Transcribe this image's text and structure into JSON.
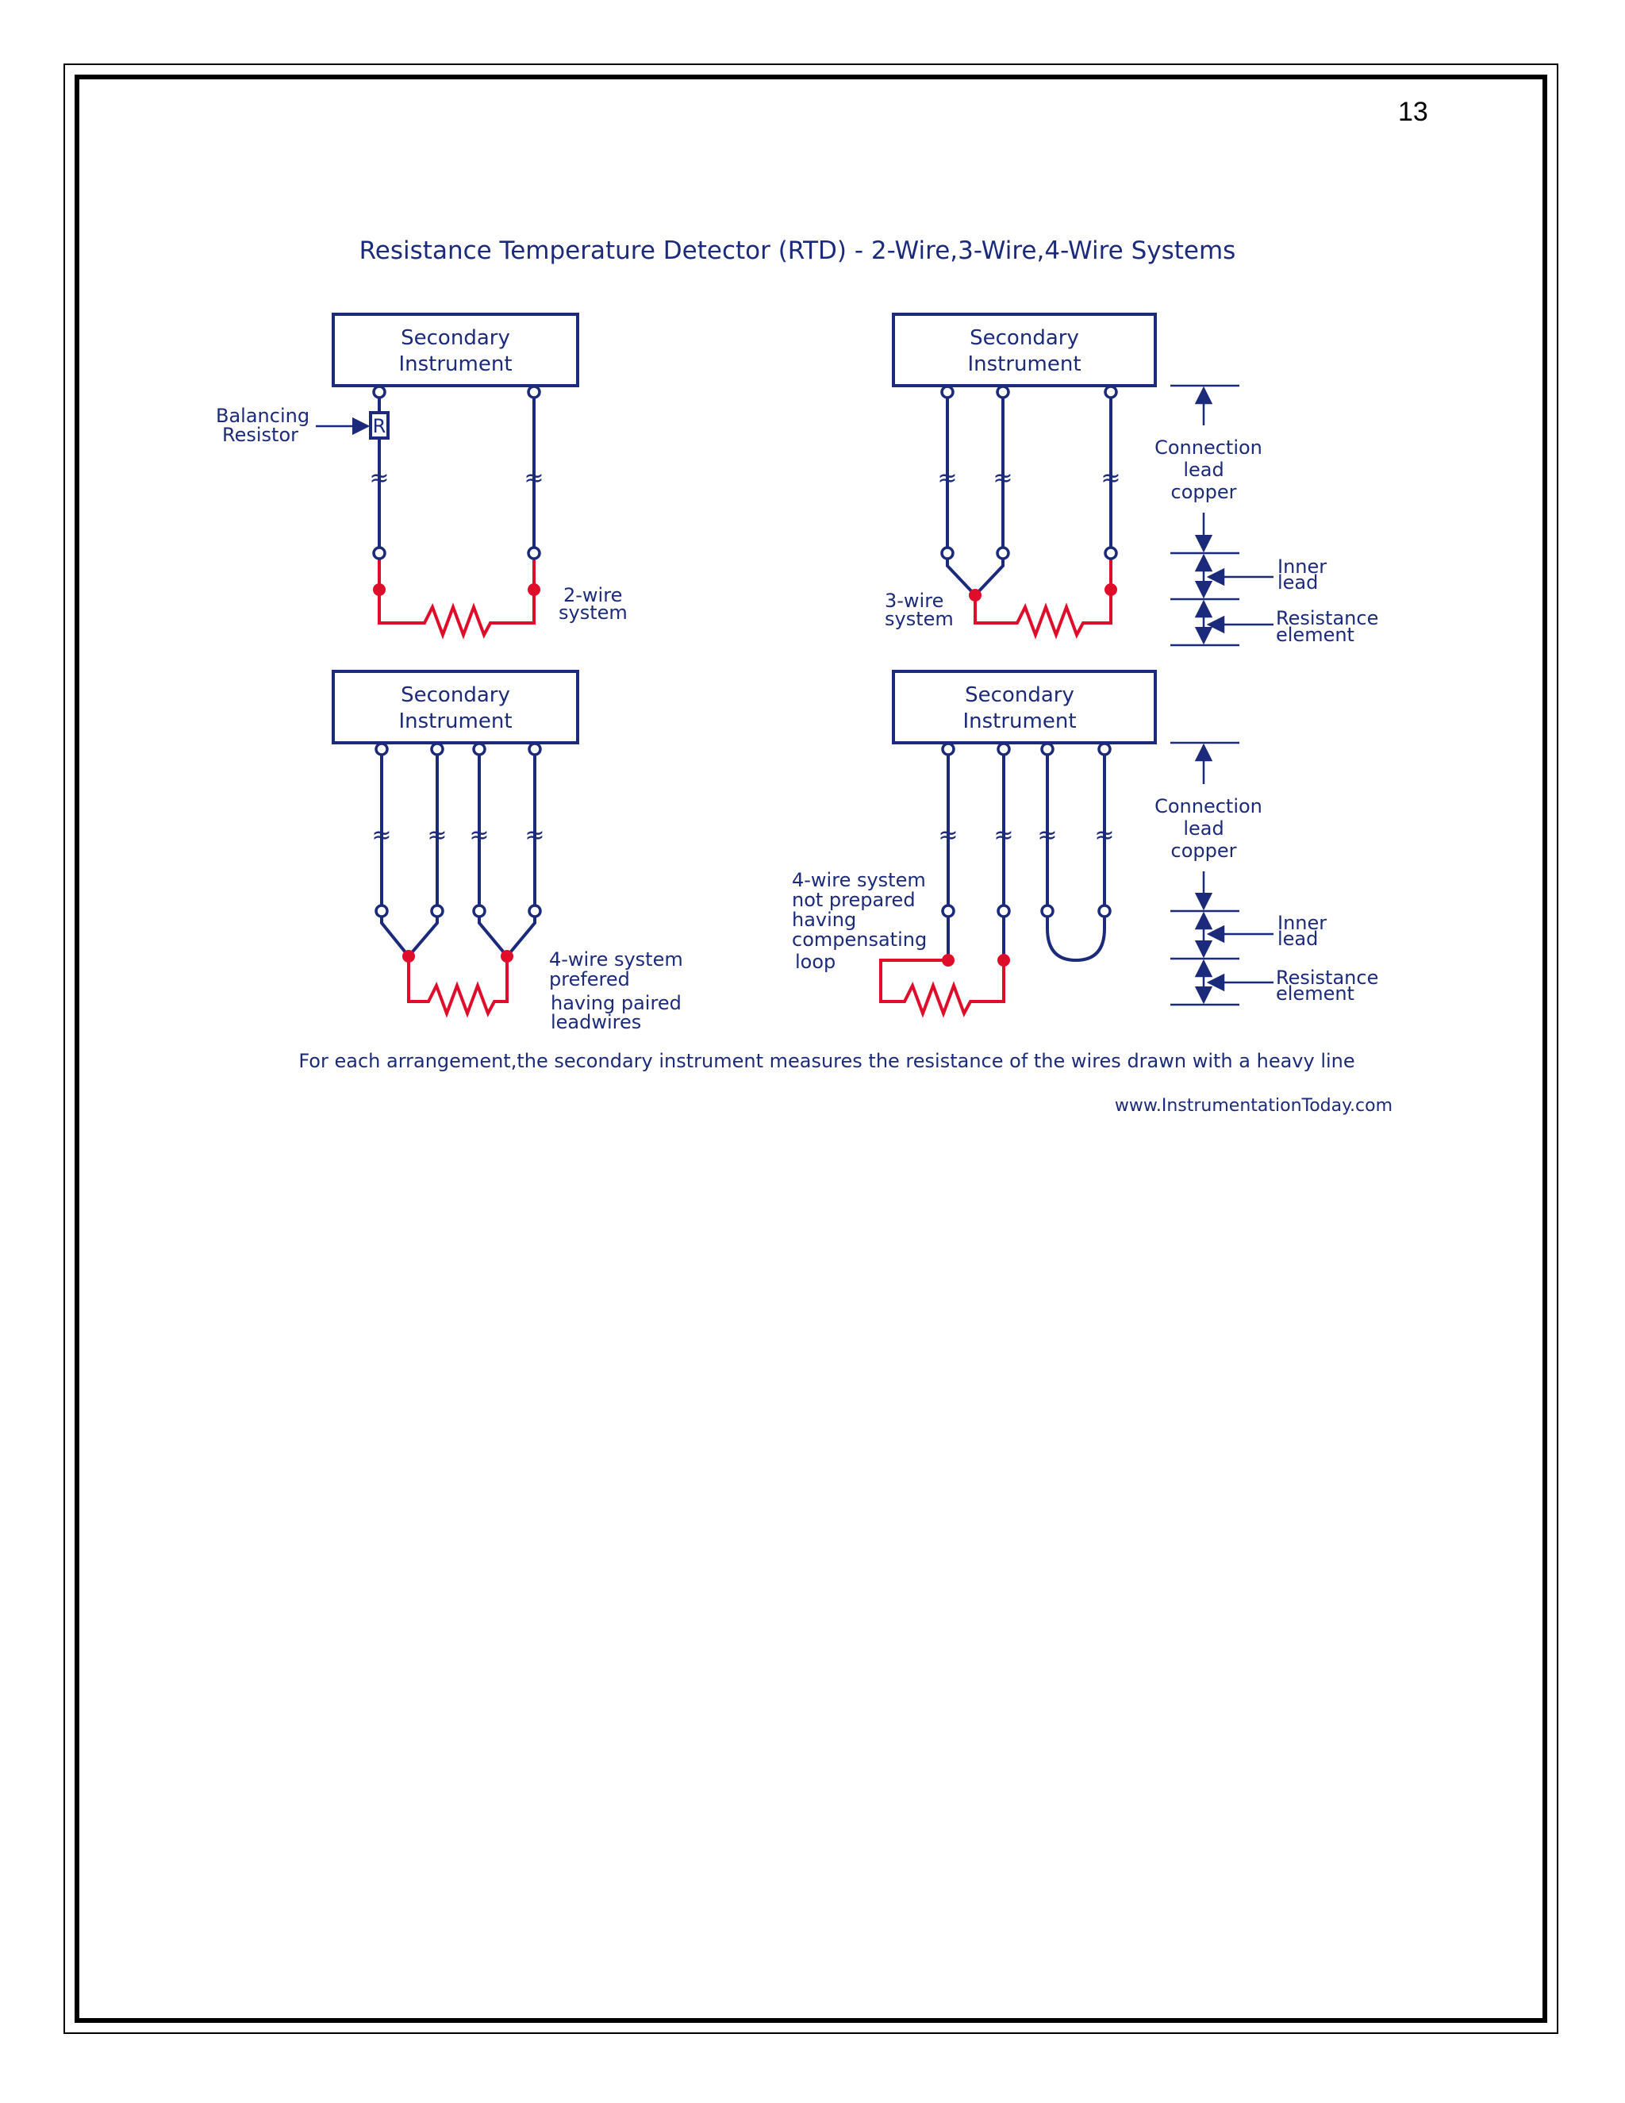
{
  "page": {
    "number": "13"
  },
  "diagram": {
    "title": "Resistance Temperature Detector (RTD) - 2-Wire,3-Wire,4-Wire Systems",
    "box_line1": "Secondary",
    "box_line2": "Instrument",
    "squiggle": "≈",
    "panel_2wire": {
      "resistor_label": "R",
      "balancing_line1": "Balancing",
      "balancing_line2": "Resistor",
      "system_line1": "2-wire",
      "system_line2": "system"
    },
    "panel_3wire": {
      "system_line1": "3-wire",
      "system_line2": "system",
      "connection_line1": "Connection",
      "connection_line2": "lead",
      "connection_line3": "copper",
      "inner_line1": "Inner",
      "inner_line2": "lead",
      "resistance_line1": "Resistance",
      "resistance_line2": "element"
    },
    "panel_4wire_paired": {
      "line1": "4-wire system",
      "line2": "prefered",
      "line3": "having paired",
      "line4": "leadwires"
    },
    "panel_4wire_loop": {
      "line1": "4-wire system",
      "line2": "not prepared",
      "line3": "having",
      "line4": "compensating",
      "line5": "loop",
      "connection_line1": "Connection",
      "connection_line2": "lead",
      "connection_line3": "copper",
      "inner_line1": "Inner",
      "inner_line2": "lead",
      "resistance_line1": "Resistance",
      "resistance_line2": "element"
    },
    "caption": "For each arrangement,the secondary instrument measures the resistance of the wires drawn with a heavy line",
    "url": "www.InstrumentationToday.com",
    "colors": {
      "ink": "#1b2a7a",
      "element": "#e00d2a"
    }
  }
}
